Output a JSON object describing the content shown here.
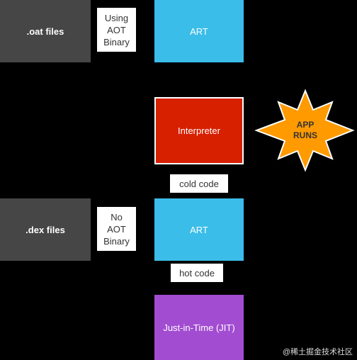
{
  "nodes": {
    "oat_files": ".oat files",
    "art_top": "ART",
    "interpreter": "Interpreter",
    "app_runs_line1": "APP",
    "app_runs_line2": "RUNS",
    "dex_files": ".dex files",
    "art_bottom": "ART",
    "jit": "Just-in-Time (JIT)"
  },
  "edge_labels": {
    "using_aot_line1": "Using",
    "using_aot_line2": "AOT",
    "using_aot_line3": "Binary",
    "no_aot_line1": "No",
    "no_aot_line2": "AOT",
    "no_aot_line3": "Binary",
    "cold_code": "cold code",
    "hot_code": "hot code"
  },
  "watermark": "@稀土掘金技术社区",
  "colors": {
    "dark_box": "#464646",
    "art_blue": "#3bbde9",
    "interpreter_red": "#d62000",
    "jit_purple": "#a24cd1",
    "star_orange": "#ff9a00"
  }
}
